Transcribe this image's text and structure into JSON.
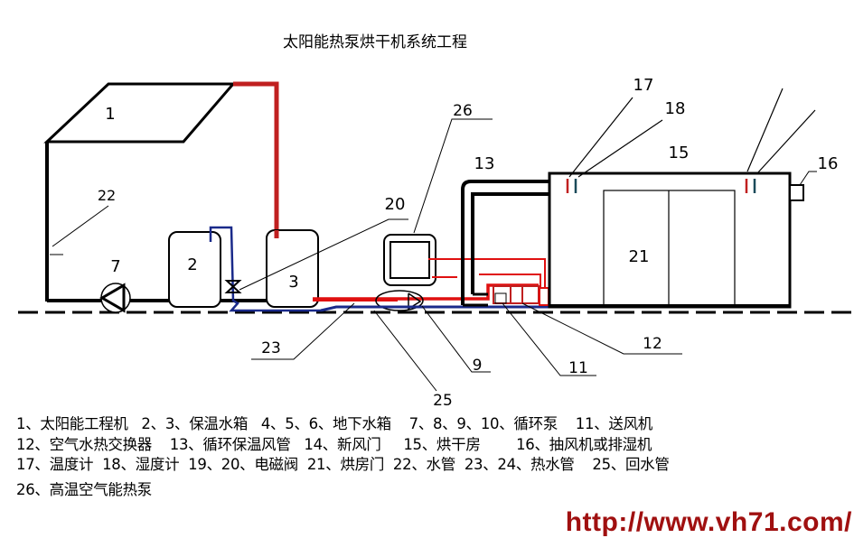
{
  "title": "太阳能热泵烘干机系统工程",
  "labels": {
    "l1": "1",
    "l2": "2",
    "l3": "3",
    "l7": "7",
    "l9": "9",
    "l11": "11",
    "l12": "12",
    "l13": "13",
    "l15": "15",
    "l16": "16",
    "l17": "17",
    "l18": "18",
    "l20": "20",
    "l21": "21",
    "l22": "22",
    "l23": "23",
    "l25": "25",
    "l26": "26"
  },
  "legend": [
    "1、太阳能工程机   2、3、保温水箱   4、5、6、地下水箱    7、8、9、10、循环泵    11、送风机",
    "12、空气水热交换器    13、循环保温风管   14、新风门     15、烘干房        16、抽风机或排湿机",
    "17、温度计  18、湿度计  19、20、电磁阀  21、烘房门  22、水管  23、24、热水管    25、回水管",
    "26、高温空气能热泵"
  ],
  "url": "http://www.vh71.com/",
  "colors": {
    "hot_pipe": "#e01010",
    "cold_pipe": "#1a2a8a",
    "outline": "#000000",
    "url": "#a01010"
  }
}
